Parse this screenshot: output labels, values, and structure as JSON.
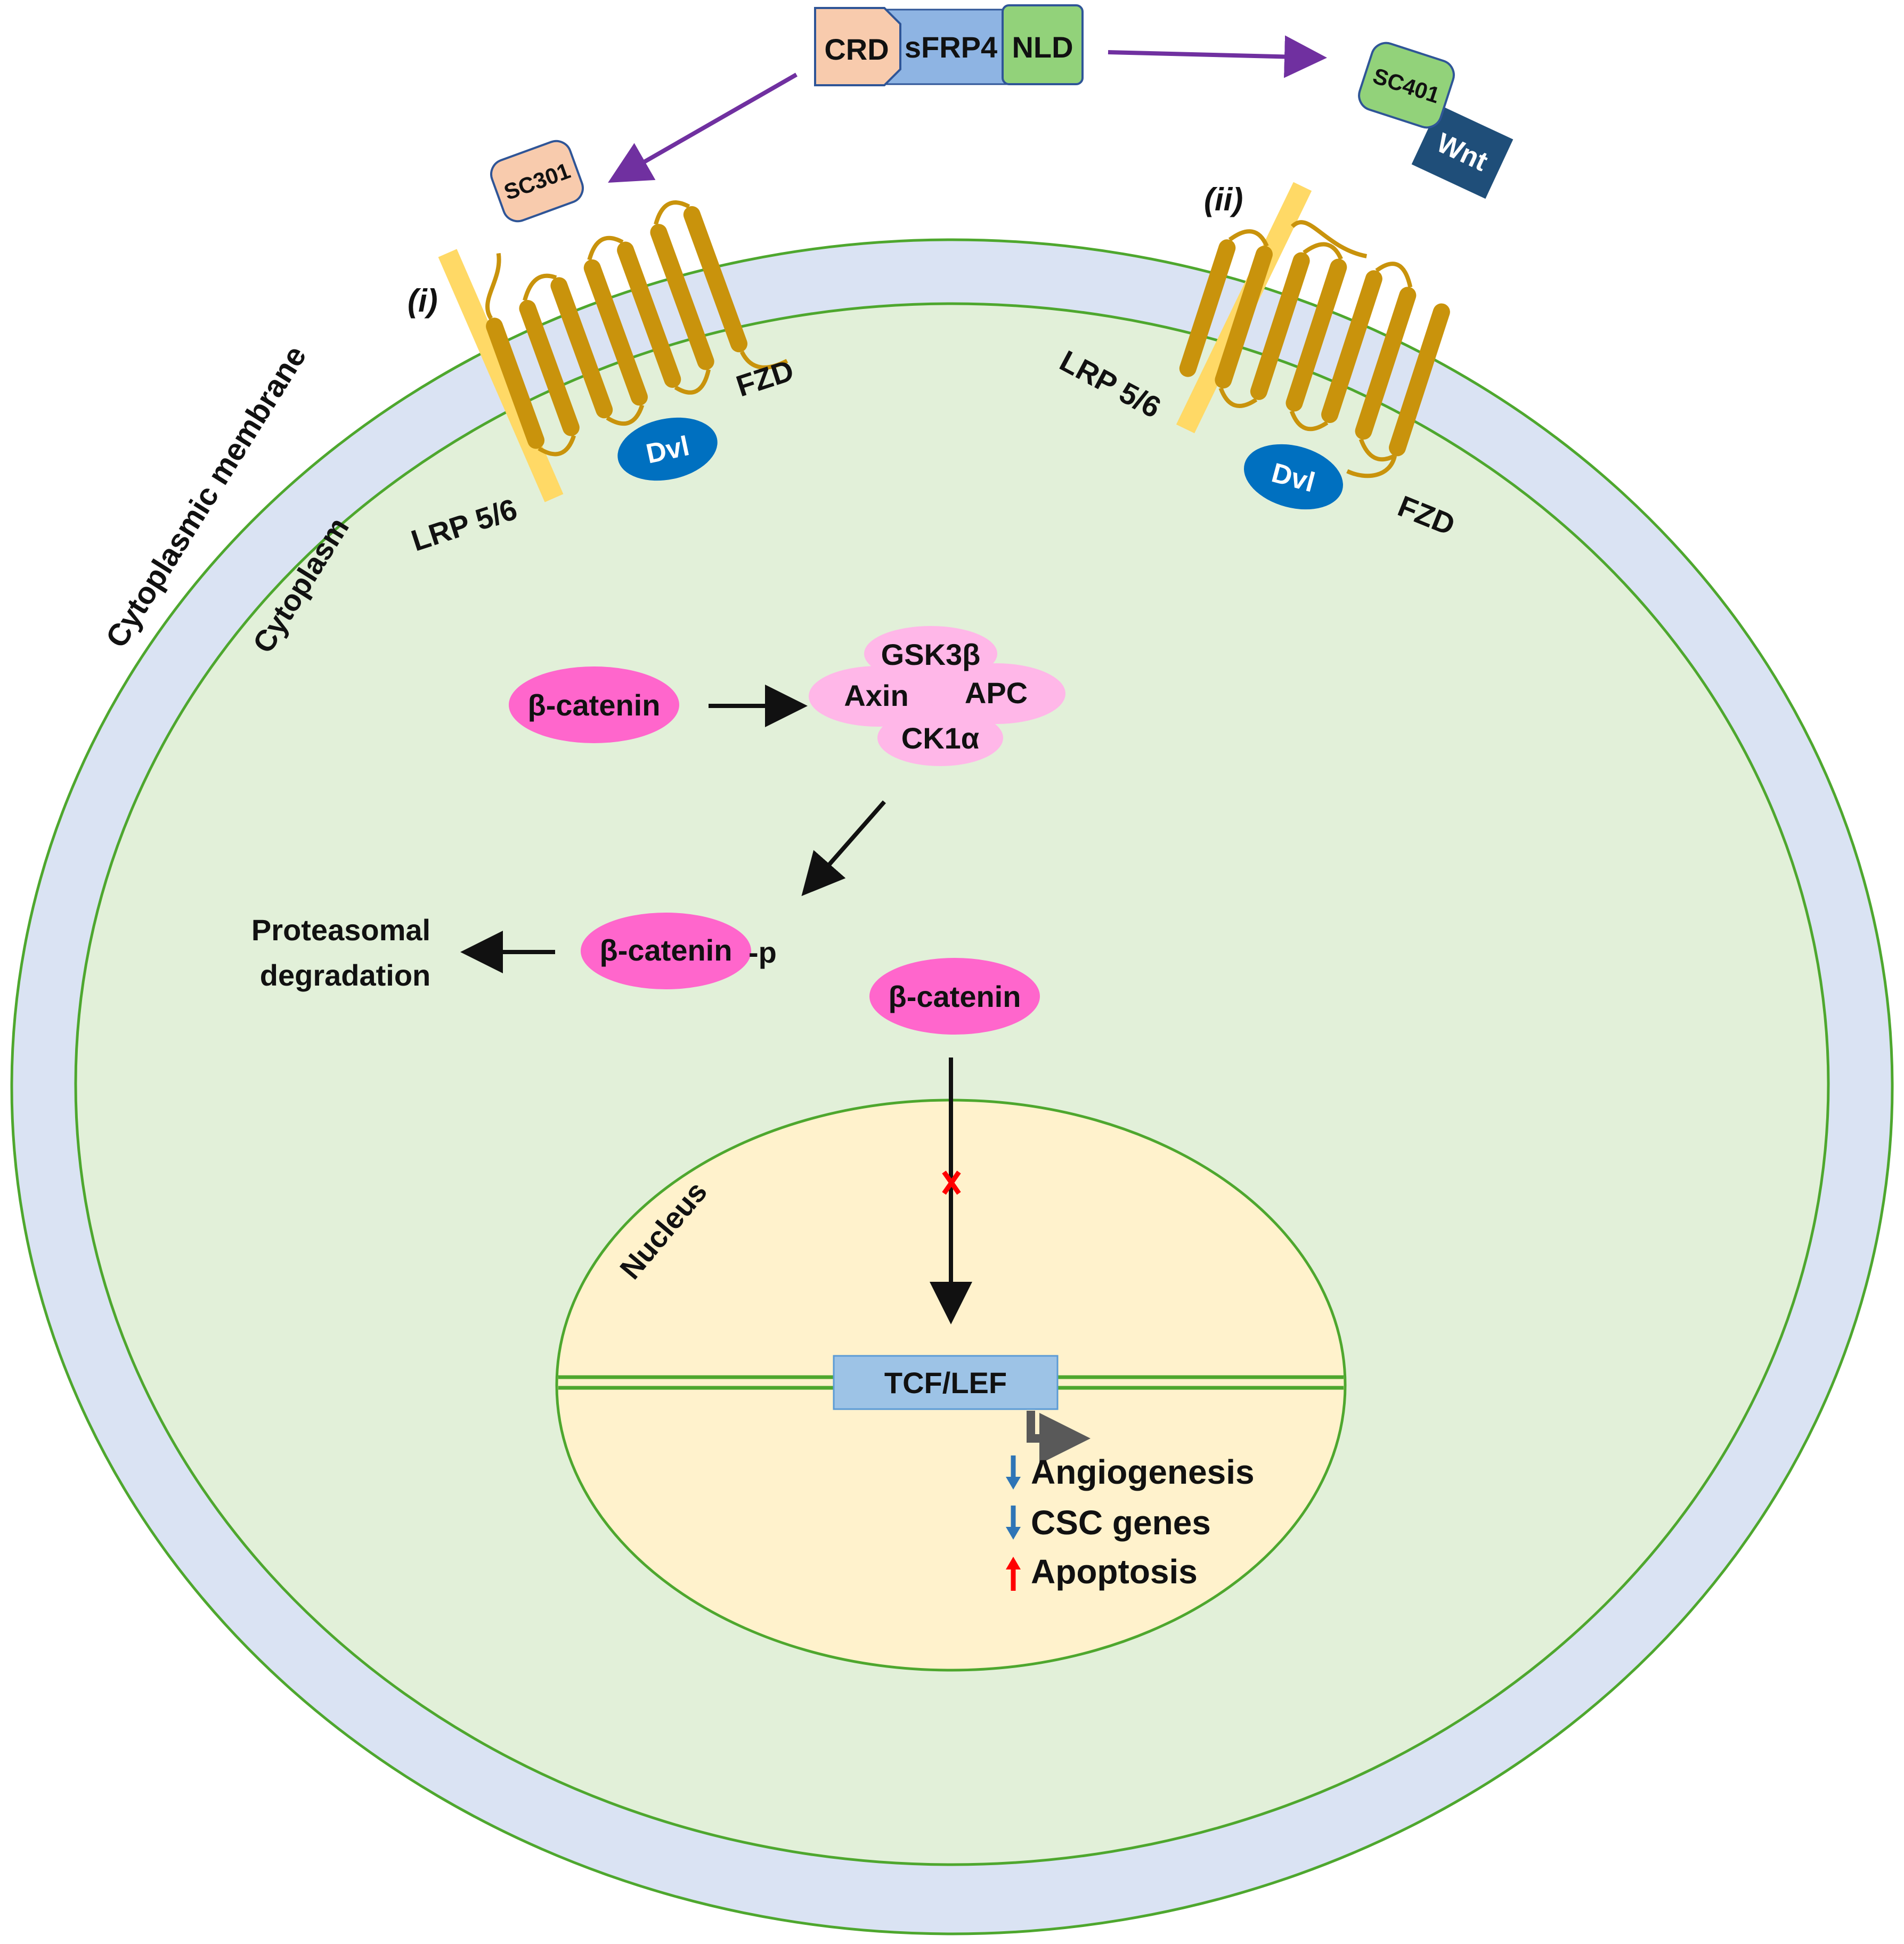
{
  "colors": {
    "outer_membrane": "#dae3f3",
    "cytoplasm": "#e2f0d9",
    "nucleus": "#fff2cc",
    "membrane_outline": "#4ea72e",
    "fzd": "#c9930c",
    "lrp": "#ffd966",
    "dvl": "#0070c0",
    "beta_catenin": "#ff66cc",
    "destruction_complex": "#ffb7e8",
    "crd": "#f8cbad",
    "sfrp4_linker": "#8eb4e3",
    "nld": "#92d27a",
    "wnt": "#1f4e79",
    "tcf_lef": "#9dc3e6",
    "purple_arrow": "#7030a0",
    "down_arrow": "#2e75b6",
    "up_arrow": "#ff0000",
    "block_x": "#ff0000"
  },
  "sfrp4": {
    "crd": "CRD",
    "linker": "sFRP4",
    "nld": "NLD"
  },
  "receptor_left": {
    "roman": "(i)",
    "ligand": "SC301",
    "fzd": "FZD",
    "lrp": "LRP 5/6",
    "dvl": "Dvl"
  },
  "receptor_right": {
    "roman": "(ii)",
    "fzd": "FZD",
    "lrp": "LRP 5/6",
    "dvl": "Dvl"
  },
  "sc401_complex": {
    "sc401": "SC401",
    "wnt": "Wnt"
  },
  "labels": {
    "cytoplasmic_membrane": "Cytoplasmic membrane",
    "cytoplasm": "Cytoplasm",
    "nucleus": "Nucleus"
  },
  "destruction_complex": {
    "gsk3b": "GSK3β",
    "axin": "Axin",
    "apc": "APC",
    "ck1a": "CK1α"
  },
  "beta_catenin": {
    "free": "β-catenin",
    "phospho": "β-catenin",
    "phospho_suffix": "-p",
    "cytosolic": "β-catenin"
  },
  "degradation": {
    "line1": "Proteasomal",
    "line2": "degradation"
  },
  "tcf_lef": "TCF/LEF",
  "outcomes": [
    {
      "text": "Angiogenesis",
      "direction": "down"
    },
    {
      "text": "CSC genes",
      "direction": "down"
    },
    {
      "text": "Apoptosis",
      "direction": "up"
    }
  ]
}
